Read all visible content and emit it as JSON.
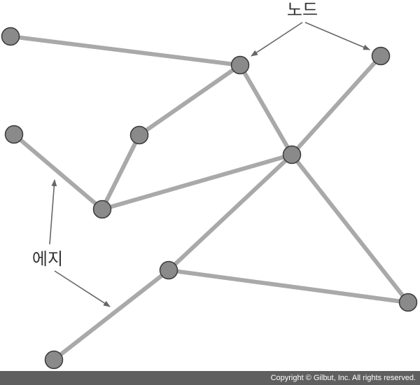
{
  "labels": {
    "node_label": "노드",
    "edge_label": "에지"
  },
  "footer": {
    "copyright": "Copyright © Gilbut, Inc. All rights reserved."
  },
  "colors": {
    "edge": "#a9a9a9",
    "node_fill": "#8a8a8a",
    "node_stroke": "#3a3a3a",
    "arrow": "#666666",
    "footer_bg": "#5f5f5f"
  }
}
